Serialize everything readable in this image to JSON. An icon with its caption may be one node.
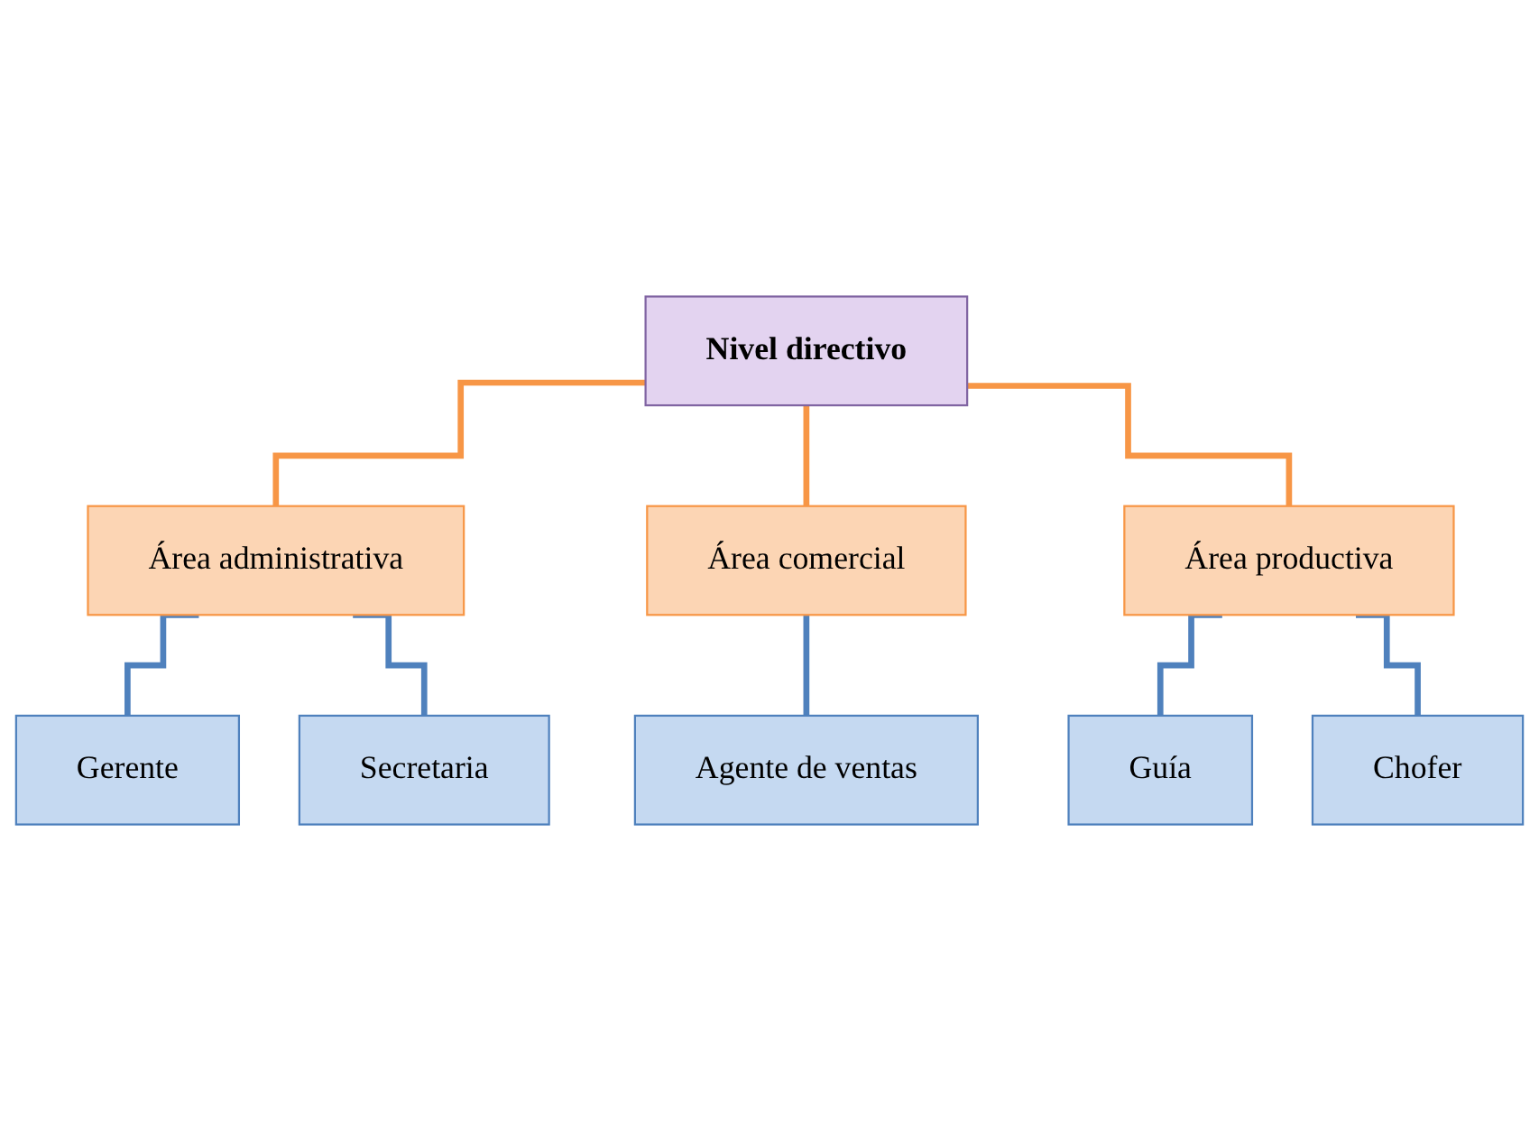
{
  "diagram": {
    "nodes": [
      {
        "text": [
          "Nivel directivo"
        ]
      },
      {
        "text": [
          "Área administrativa"
        ]
      },
      {
        "text": [
          "Área comercial"
        ]
      },
      {
        "text": [
          "Área productiva"
        ]
      },
      {
        "text": [
          "Gerente"
        ]
      },
      {
        "text": [
          "Secretaria"
        ]
      },
      {
        "text": [
          "Agente de ventas"
        ]
      },
      {
        "text": [
          "Guía"
        ]
      },
      {
        "text": [
          "Chofer"
        ]
      }
    ],
    "edges": [
      {
        "from": 0,
        "to": 1,
        "arrow": "none",
        "color": "#f79646"
      },
      {
        "from": 0,
        "to": 2,
        "arrow": "none",
        "color": "#f79646"
      },
      {
        "from": 0,
        "to": 3,
        "arrow": "none",
        "color": "#f79646"
      },
      {
        "from": 1,
        "to": 4,
        "arrow": "none"
      },
      {
        "from": 1,
        "to": 5,
        "arrow": "none"
      },
      {
        "from": 2,
        "to": 6,
        "arrow": "none"
      },
      {
        "from": 3,
        "to": 7,
        "arrow": "none"
      },
      {
        "from": 3,
        "to": 8,
        "arrow": "none"
      }
    ]
  }
}
